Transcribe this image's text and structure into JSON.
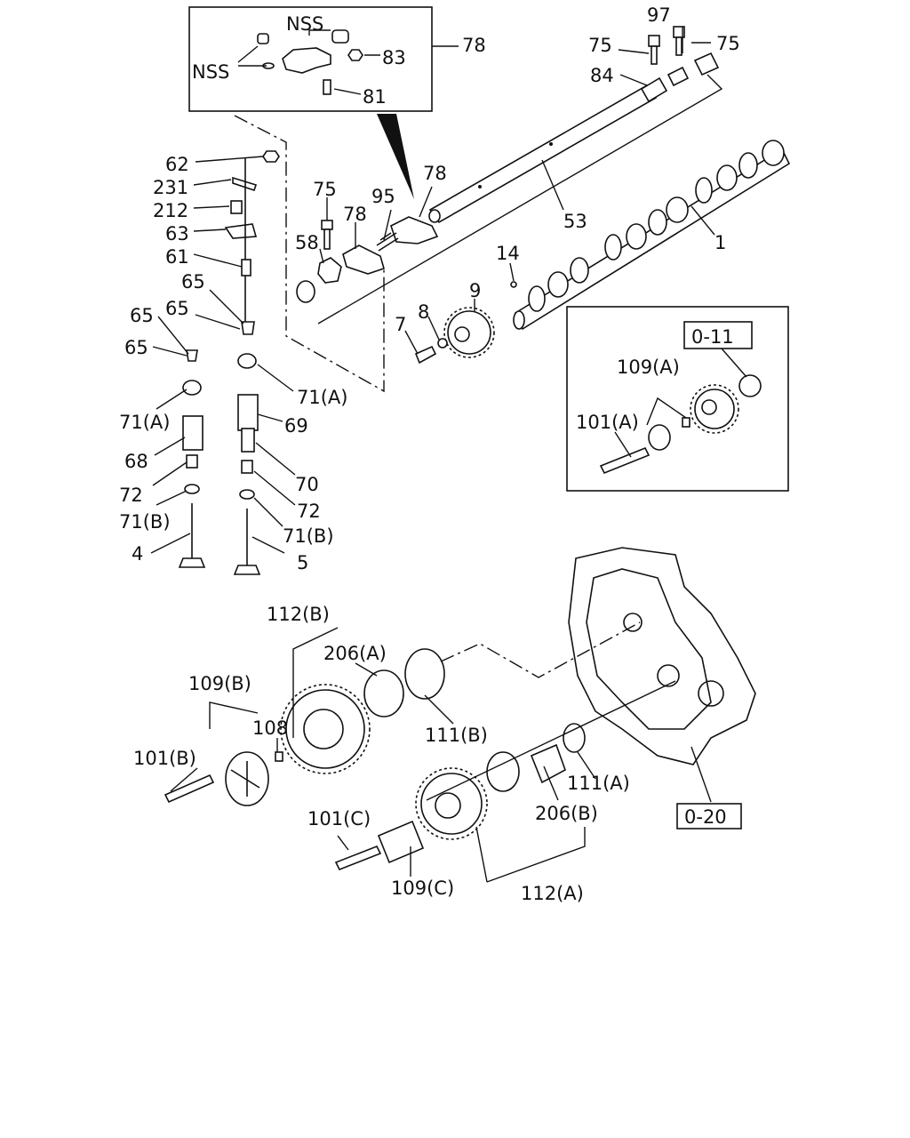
{
  "labels": {
    "nss_top": "NSS",
    "nss_left": "NSS",
    "l83": "83",
    "l81": "81",
    "l78_box": "78",
    "l97": "97",
    "l75_a": "75",
    "l75_b": "75",
    "l84": "84",
    "l62": "62",
    "l231": "231",
    "l212": "212",
    "l63": "63",
    "l61": "61",
    "l65_a": "65",
    "l65_b": "65",
    "l65_c": "65",
    "l65_d": "65",
    "l71a_right": "71(A)",
    "l71a_left": "71(A)",
    "l69": "69",
    "l68": "68",
    "l70": "70",
    "l72_left": "72",
    "l72_right": "72",
    "l71b_left": "71(B)",
    "l71b_right": "71(B)",
    "l4": "4",
    "l5": "5",
    "l75_c": "75",
    "l78_a": "78",
    "l78_b": "78",
    "l95": "95",
    "l58": "58",
    "l53": "53",
    "l1": "1",
    "l14": "14",
    "l9": "9",
    "l8": "8",
    "l7": "7",
    "l0_11": "0-11",
    "l109a": "109(A)",
    "l101a": "101(A)",
    "l112b": "112(B)",
    "l206a": "206(A)",
    "l109b": "109(B)",
    "l108": "108",
    "l111b": "111(B)",
    "l101b": "101(B)",
    "l111a": "111(A)",
    "l206b": "206(B)",
    "l0_20": "0-20",
    "l101c": "101(C)",
    "l109c": "109(C)",
    "l112a": "112(A)"
  }
}
